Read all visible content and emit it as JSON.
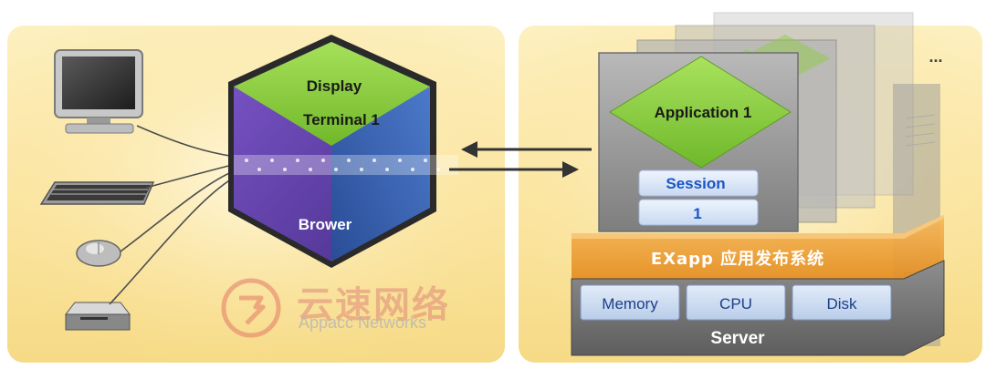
{
  "hex": {
    "display_label": "Display",
    "terminal_label": "Terminal 1",
    "browser_label": "Brower"
  },
  "app": {
    "title": "Application 1",
    "session_label": "Session",
    "session_number": "1"
  },
  "exapp_bar": "EXapp 应用发布系统",
  "server": {
    "title": "Server",
    "components": [
      "Memory",
      "CPU",
      "Disk"
    ]
  },
  "ellipsis": "...",
  "watermark": {
    "cn": "云速网络",
    "en": "Appacc Networks"
  },
  "devices": [
    "monitor-icon",
    "keyboard-icon",
    "mouse-icon",
    "card-reader-icon"
  ],
  "colors": {
    "panel_yellow": "#fbe6a3",
    "hex_green": "#8ccf3c",
    "hex_purple": "#5f3fa6",
    "hex_blue": "#3b63b3",
    "exapp_orange": "#f2a33c",
    "session_blue": "#1a56c4"
  }
}
